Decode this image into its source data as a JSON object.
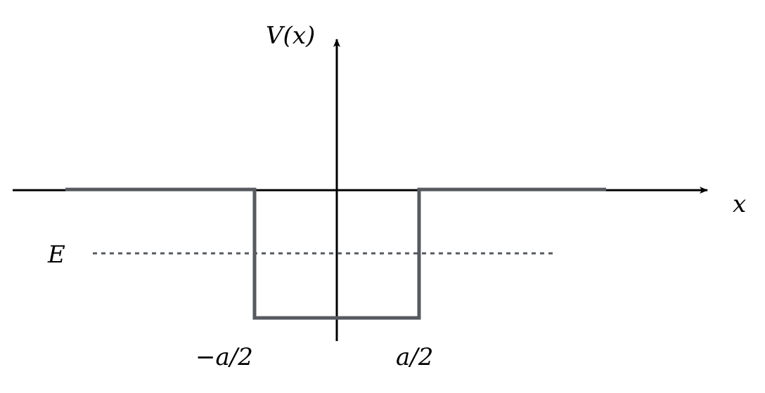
{
  "diagram": {
    "title": "Square potential well",
    "y_axis_label": "V(x)",
    "x_axis_label": "x",
    "energy_label": "E",
    "left_edge_label": "−a/2",
    "right_edge_label": "a/2",
    "colors": {
      "axis": "#000000",
      "potential": "#565a60",
      "energy_line": "#565a60"
    }
  }
}
